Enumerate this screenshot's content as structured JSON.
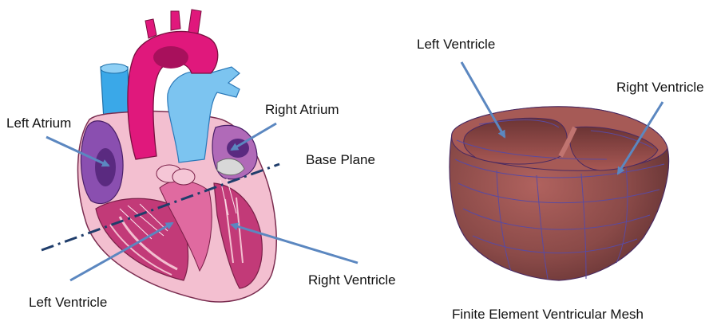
{
  "labels": {
    "left_atrium": "Left Atrium",
    "right_atrium": "Right Atrium",
    "base_plane": "Base Plane",
    "left_ventricle": "Left Ventricle",
    "right_ventricle": "Right Ventricle",
    "mesh_left_ventricle": "Left Ventricle",
    "mesh_right_ventricle": "Right Ventricle",
    "mesh_caption": "Finite Element Ventricular Mesh"
  },
  "colors": {
    "arrow": "#5b87c0",
    "base_plane_line": "#1f3d6b",
    "aorta": "#e0187c",
    "vena_cava": "#3aa8e8",
    "heart_wall": "#f3bfd0",
    "muscle": "#c23a78",
    "atrium": "#7a3fa0",
    "mesh": "#8a4a48",
    "mesh_lines": "#5a4aa0"
  }
}
